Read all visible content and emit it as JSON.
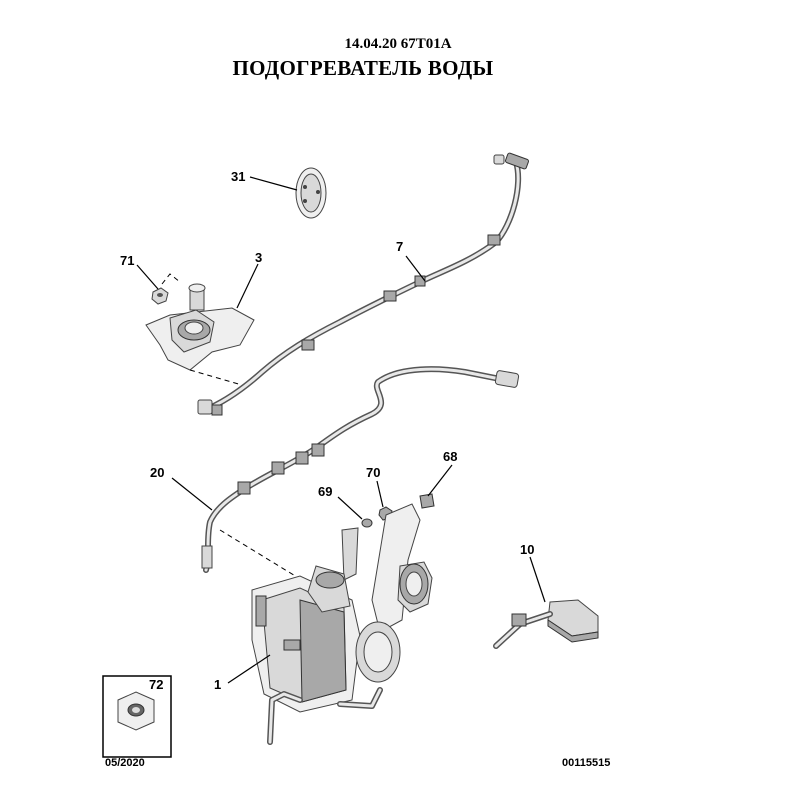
{
  "header": {
    "code": "14.04.20 67T01A",
    "title": "ПОДОГРЕВАТЕЛЬ ВОДЫ"
  },
  "callouts": {
    "c31": "31",
    "c71": "71",
    "c3": "3",
    "c7": "7",
    "c20": "20",
    "c70": "70",
    "c68": "68",
    "c69": "69",
    "c10": "10",
    "c1": "1",
    "c72": "72"
  },
  "footer": {
    "date": "05/2020",
    "ref": "00115515"
  }
}
